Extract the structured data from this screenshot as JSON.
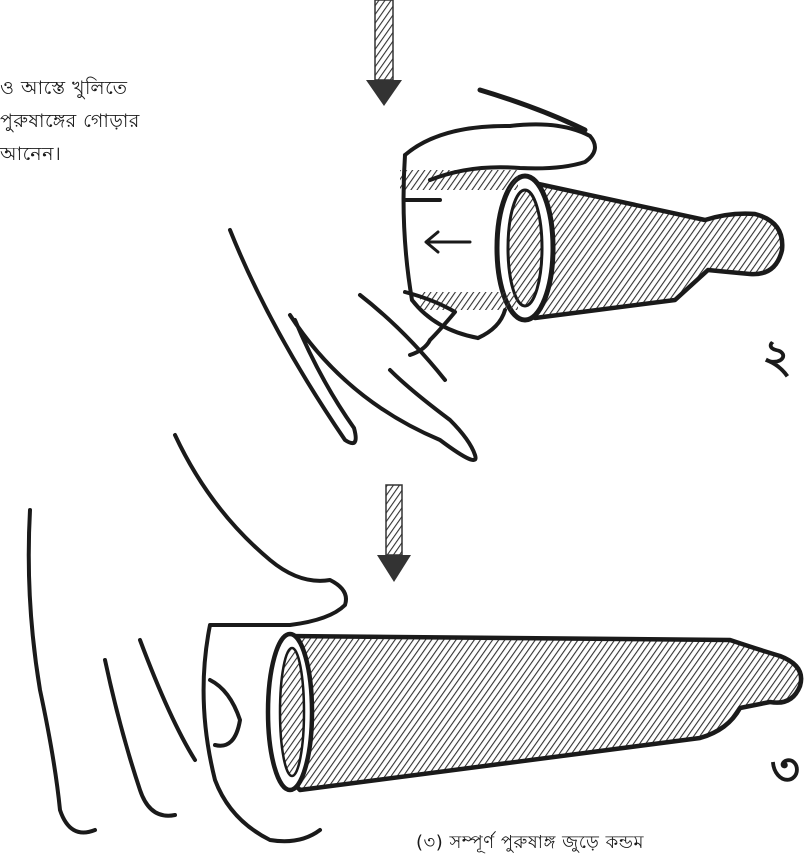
{
  "top_caption": {
    "line1": "ও আস্তে খুলিতে",
    "line2": "পুরুষাঙ্গের গোড়ার",
    "line3": "আনেন।"
  },
  "bottom_caption": "(৩) সম্পূর্ণ পুরুষাঙ্গ জুড়ে কন্ডম",
  "step_labels": {
    "step2": "২",
    "step3": "৩"
  },
  "colors": {
    "ink": "#1a1a1a",
    "shade": "#555555",
    "paper": "#ffffff"
  }
}
